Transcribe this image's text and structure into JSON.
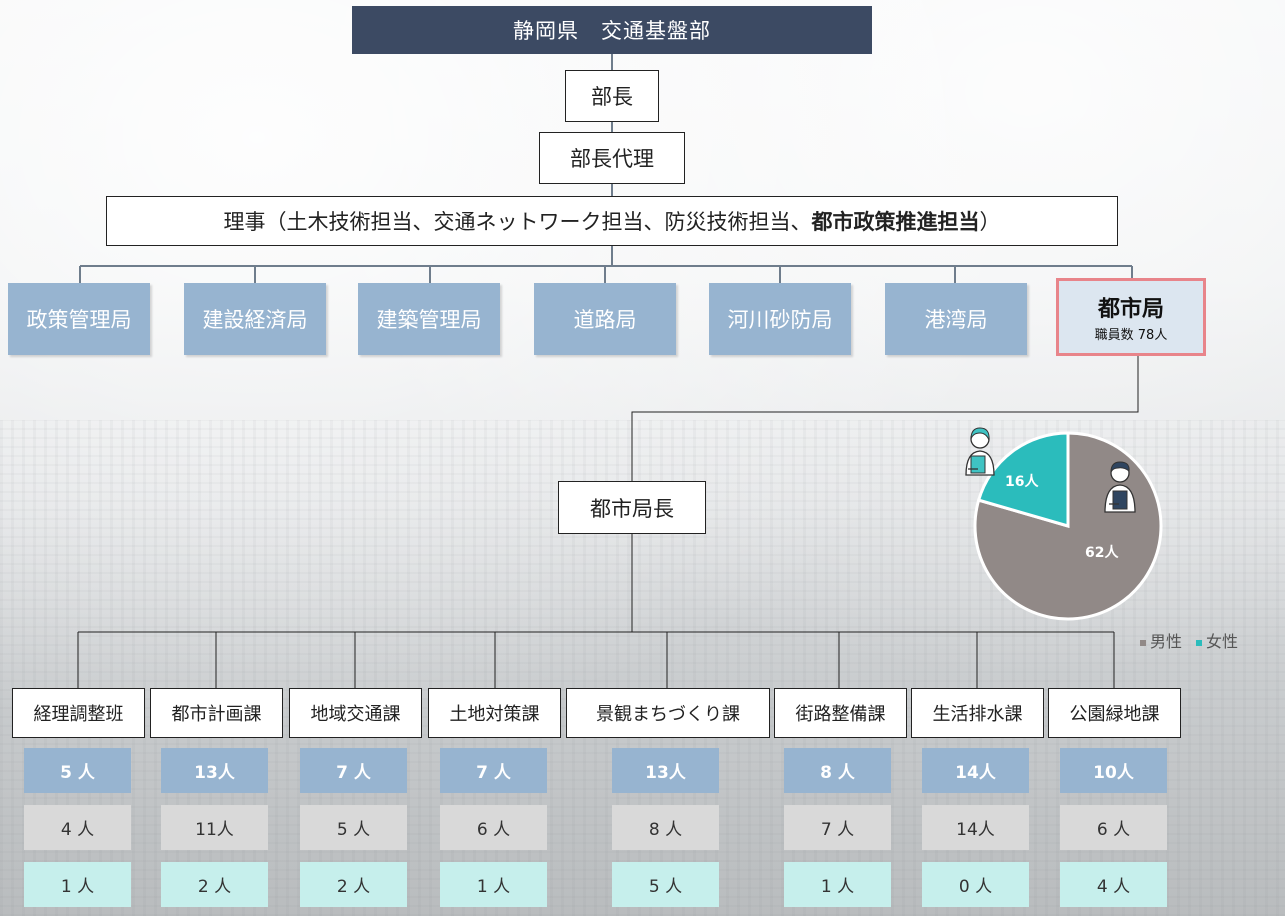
{
  "org": {
    "department": "静岡県　交通基盤部",
    "director": "部長",
    "deputy": "部長代理",
    "executive_prefix": "理事（土木技術担当、交通ネットワーク担当、防災技術担当、",
    "executive_bold": "都市政策推進担当",
    "executive_suffix": "）",
    "bureaus": [
      "政策管理局",
      "建設経済局",
      "建築管理局",
      "道路局",
      "河川砂防局",
      "港湾局"
    ],
    "city_bureau": {
      "name": "都市局",
      "staff_label": "職員数 78人"
    },
    "city_bureau_head": "都市局長",
    "sections": [
      {
        "name": "経理調整班",
        "total": "5 人",
        "male": "4 人",
        "female": "1 人"
      },
      {
        "name": "都市計画課",
        "total": "13人",
        "male": "11人",
        "female": "2 人"
      },
      {
        "name": "地域交通課",
        "total": "7 人",
        "male": "5 人",
        "female": "2 人"
      },
      {
        "name": "土地対策課",
        "total": "7 人",
        "male": "6 人",
        "female": "1 人"
      },
      {
        "name": "景観まちづくり課",
        "total": "13人",
        "male": "8 人",
        "female": "5 人"
      },
      {
        "name": "街路整備課",
        "total": "8 人",
        "male": "7 人",
        "female": "1 人"
      },
      {
        "name": "生活排水課",
        "total": "14人",
        "male": "14人",
        "female": "0 人"
      },
      {
        "name": "公園緑地課",
        "total": "10人",
        "male": "6 人",
        "female": "4 人"
      }
    ]
  },
  "chart_data": {
    "type": "pie",
    "slices": [
      {
        "label": "男性",
        "value": 62,
        "text": "62人",
        "color": "#918987"
      },
      {
        "label": "女性",
        "value": 16,
        "text": "16人",
        "color": "#2bbcbc"
      }
    ],
    "legend": [
      "男性",
      "女性"
    ]
  },
  "icons": [
    "female-staff-icon",
    "male-staff-icon"
  ]
}
